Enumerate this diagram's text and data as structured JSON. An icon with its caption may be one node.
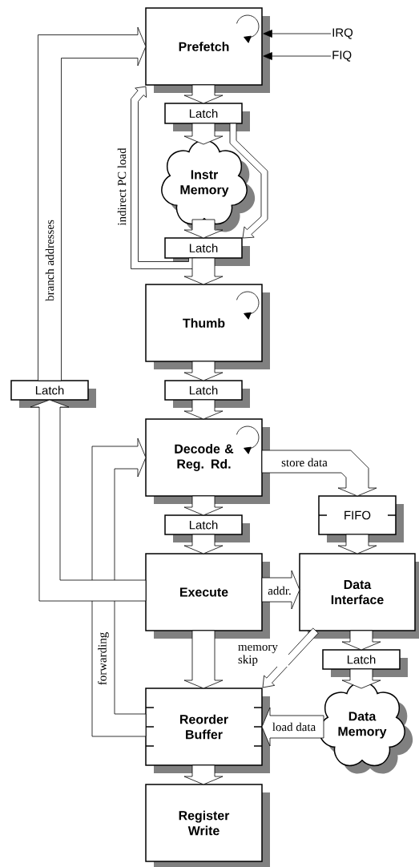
{
  "diagram": {
    "nodes": [
      {
        "text": [
          "Prefetch"
        ]
      },
      {
        "text": [
          "IRQ"
        ]
      },
      {
        "text": [
          "FIQ"
        ]
      },
      {
        "text": [
          "Latch"
        ]
      },
      {
        "text": [
          "Instr Memory"
        ]
      },
      {
        "text": [
          "Latch"
        ]
      },
      {
        "text": [
          "Thumb"
        ]
      },
      {
        "text": [
          "Latch"
        ]
      },
      {
        "text": [
          "Latch"
        ]
      },
      {
        "text": [
          "Decode & Reg. Rd."
        ]
      },
      {
        "text": [
          "FIFO"
        ]
      },
      {
        "text": [
          "Latch"
        ]
      },
      {
        "text": [
          "Execute"
        ]
      },
      {
        "text": [
          "Data Interface"
        ]
      },
      {
        "text": [
          "Latch"
        ]
      },
      {
        "text": [
          "Data Memory"
        ]
      },
      {
        "text": [
          "Reorder Buffer"
        ]
      },
      {
        "text": [
          "Register Write"
        ]
      }
    ],
    "edges": [
      {
        "from": 5,
        "to": 0,
        "arrow": "to",
        "label": "indirect PC load"
      },
      {
        "from": 0,
        "to": 3,
        "arrow": "to"
      },
      {
        "from": 3,
        "to": 4,
        "arrow": "to"
      },
      {
        "from": 4,
        "to": 5,
        "arrow": "to"
      },
      {
        "from": 3,
        "to": 5,
        "arrow": "to"
      },
      {
        "from": 5,
        "to": 6,
        "arrow": "to"
      },
      {
        "from": 6,
        "to": 7,
        "arrow": "to"
      },
      {
        "from": 7,
        "to": 9,
        "arrow": "to"
      },
      {
        "from": 9,
        "to": 11,
        "arrow": "to"
      },
      {
        "from": 11,
        "to": 12,
        "arrow": "to"
      },
      {
        "from": 12,
        "to": 16,
        "arrow": "to"
      },
      {
        "from": 16,
        "to": 17,
        "arrow": "to"
      },
      {
        "from": 9,
        "to": 10,
        "arrow": "to",
        "label": "store data"
      },
      {
        "from": 10,
        "to": 13,
        "arrow": "to"
      },
      {
        "from": 12,
        "to": 13,
        "arrow": "to",
        "label": "addr."
      },
      {
        "from": 13,
        "to": 14,
        "arrow": "to"
      },
      {
        "from": 14,
        "to": 15,
        "arrow": "to"
      },
      {
        "from": 13,
        "to": 16,
        "arrow": "to",
        "label": "memory skip"
      },
      {
        "from": 15,
        "to": 16,
        "arrow": "to",
        "label": "load data"
      },
      {
        "from": 16,
        "to": 9,
        "arrow": "to",
        "label": "forwarding"
      },
      {
        "from": 12,
        "to": 8,
        "arrow": "to"
      },
      {
        "from": 8,
        "to": 0,
        "arrow": "to",
        "label": "branch addresses"
      },
      {
        "from": 1,
        "to": 0,
        "arrow": "to"
      },
      {
        "from": 2,
        "to": 0,
        "arrow": "to"
      }
    ]
  }
}
